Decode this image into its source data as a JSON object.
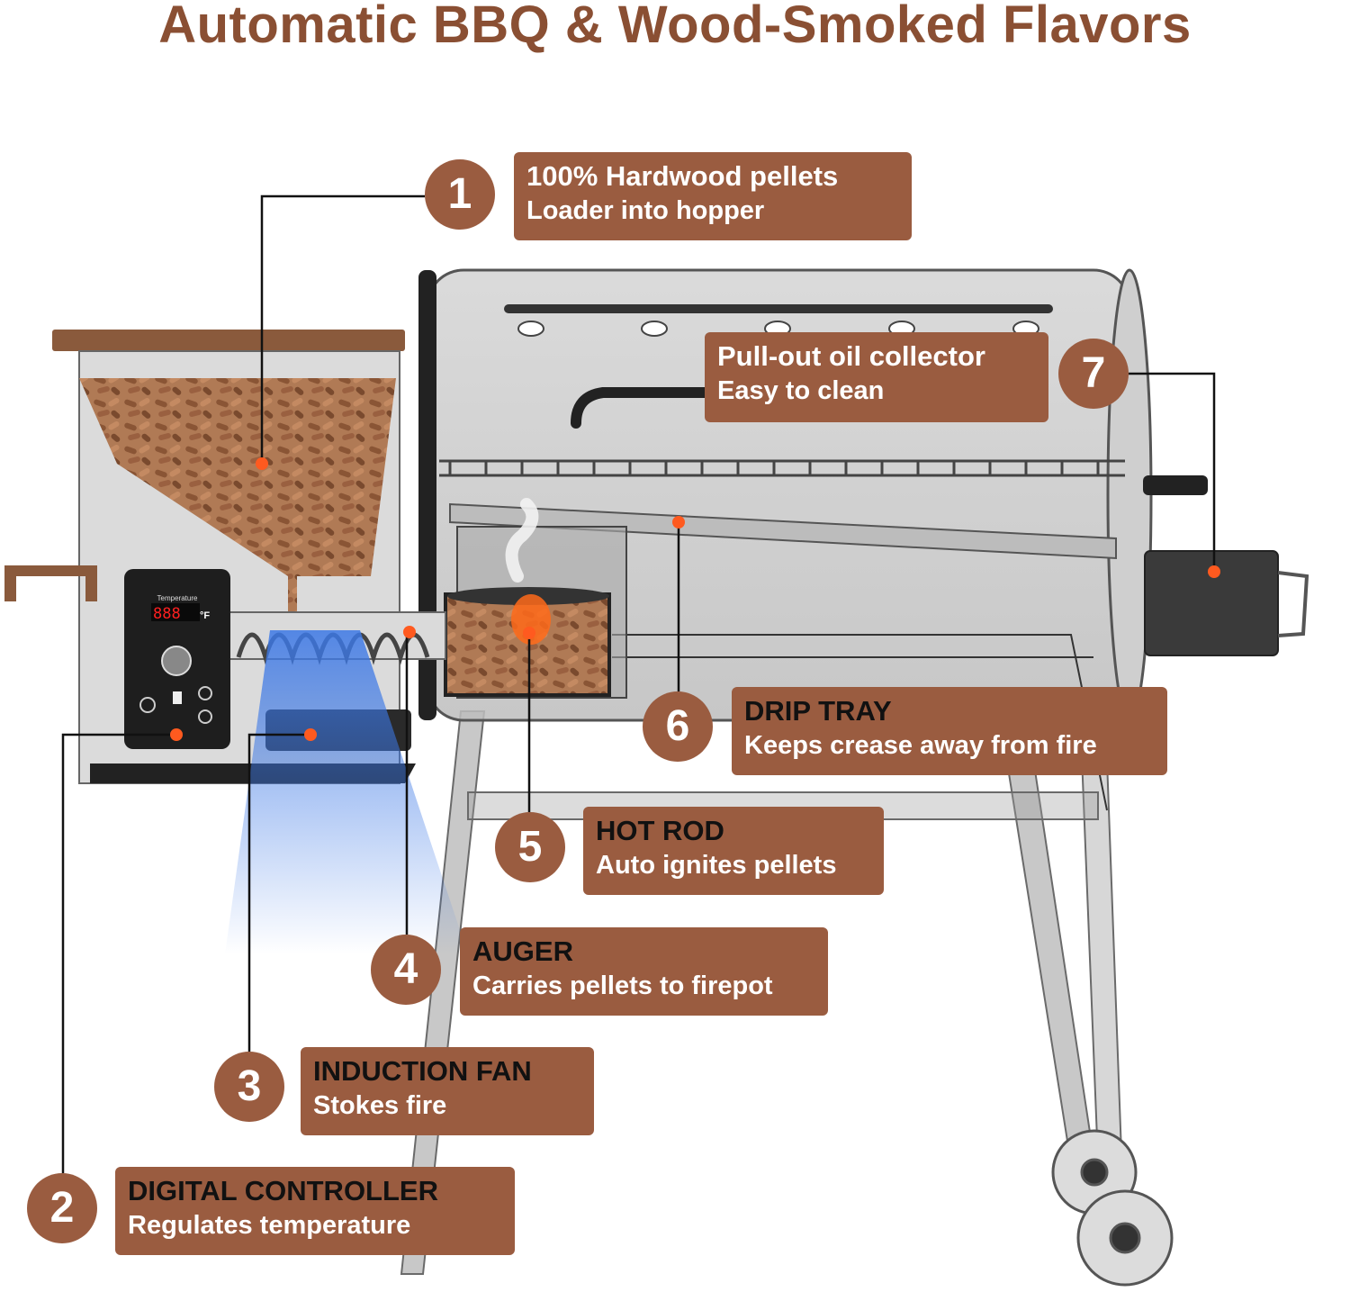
{
  "title": "Automatic BBQ & Wood-Smoked Flavors",
  "colors": {
    "title": "#8a4f33",
    "callout": "#9a5c40",
    "dot": "#ff5a1f",
    "fan_air": "#3c78e6"
  },
  "controller_display": {
    "label": "Temperature",
    "reading": "888",
    "unit": "°F"
  },
  "callouts": [
    {
      "number": "1",
      "title": "100% Hardwood  pellets",
      "subtitle": "Loader into hopper"
    },
    {
      "number": "2",
      "title": "DIGITAL CONTROLLER",
      "subtitle": "Regulates temperature"
    },
    {
      "number": "3",
      "title": "INDUCTION FAN",
      "subtitle": "Stokes fire"
    },
    {
      "number": "4",
      "title": "AUGER",
      "subtitle": "Carries pellets to firepot"
    },
    {
      "number": "5",
      "title": "HOT ROD",
      "subtitle": "Auto ignites pellets"
    },
    {
      "number": "6",
      "title": "DRIP TRAY",
      "subtitle": "Keeps crease away from fire"
    },
    {
      "number": "7",
      "title": "Pull-out oil collector",
      "subtitle": "Easy to clean"
    }
  ]
}
